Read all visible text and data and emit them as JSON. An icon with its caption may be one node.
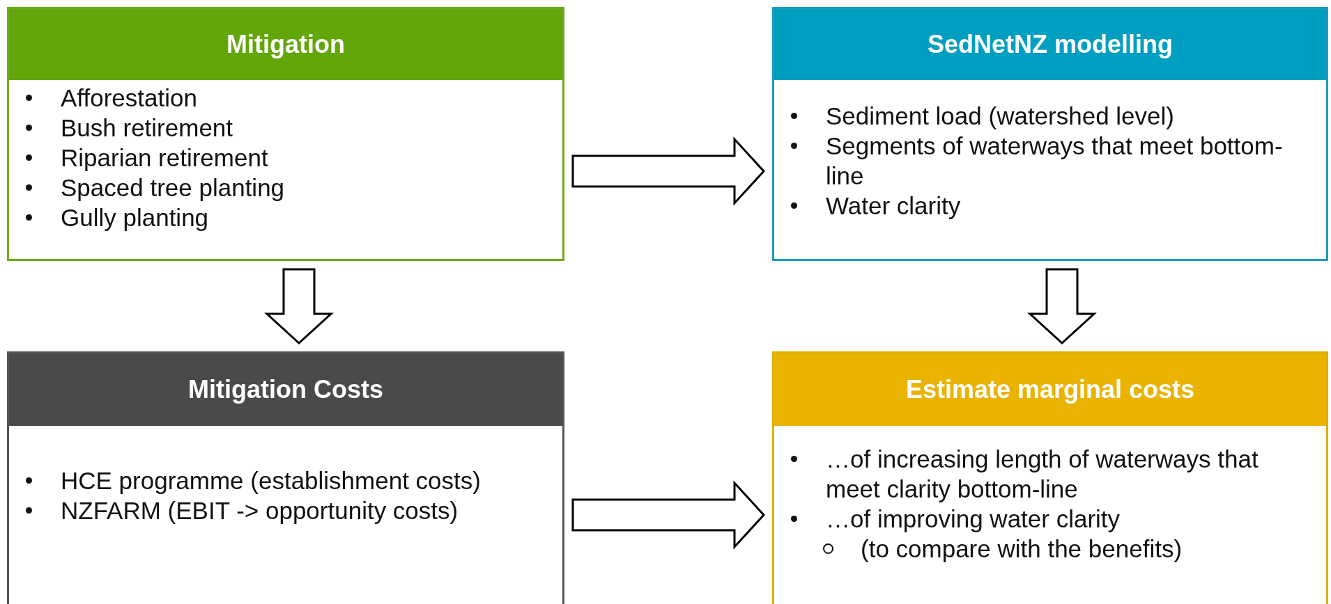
{
  "diagram": {
    "nodes": [
      {
        "text": [
          "Mitigation",
          "Afforestation",
          "Bush retirement",
          "Riparian retirement",
          "Spaced tree planting",
          "Gully planting"
        ]
      },
      {
        "text": [
          "SedNetNZ modelling",
          "Sediment load (watershed level)",
          "Segments of waterways that meet bottom-line",
          "Water clarity"
        ]
      },
      {
        "text": [
          "Mitigation Costs",
          "HCE programme (establishment costs)",
          "NZFARM (EBIT -> opportunity costs)"
        ]
      },
      {
        "text": [
          "Estimate marginal costs",
          "…of increasing length of waterways that meet clarity bottom-line",
          "…of improving water clarity",
          "(to compare with the benefits)"
        ]
      }
    ],
    "edges": [
      {
        "from": 0,
        "to": 1,
        "arrow": "to"
      },
      {
        "from": 0,
        "to": 2,
        "arrow": "to"
      },
      {
        "from": 1,
        "to": 3,
        "arrow": "to"
      },
      {
        "from": 2,
        "to": 3,
        "arrow": "to"
      }
    ]
  }
}
